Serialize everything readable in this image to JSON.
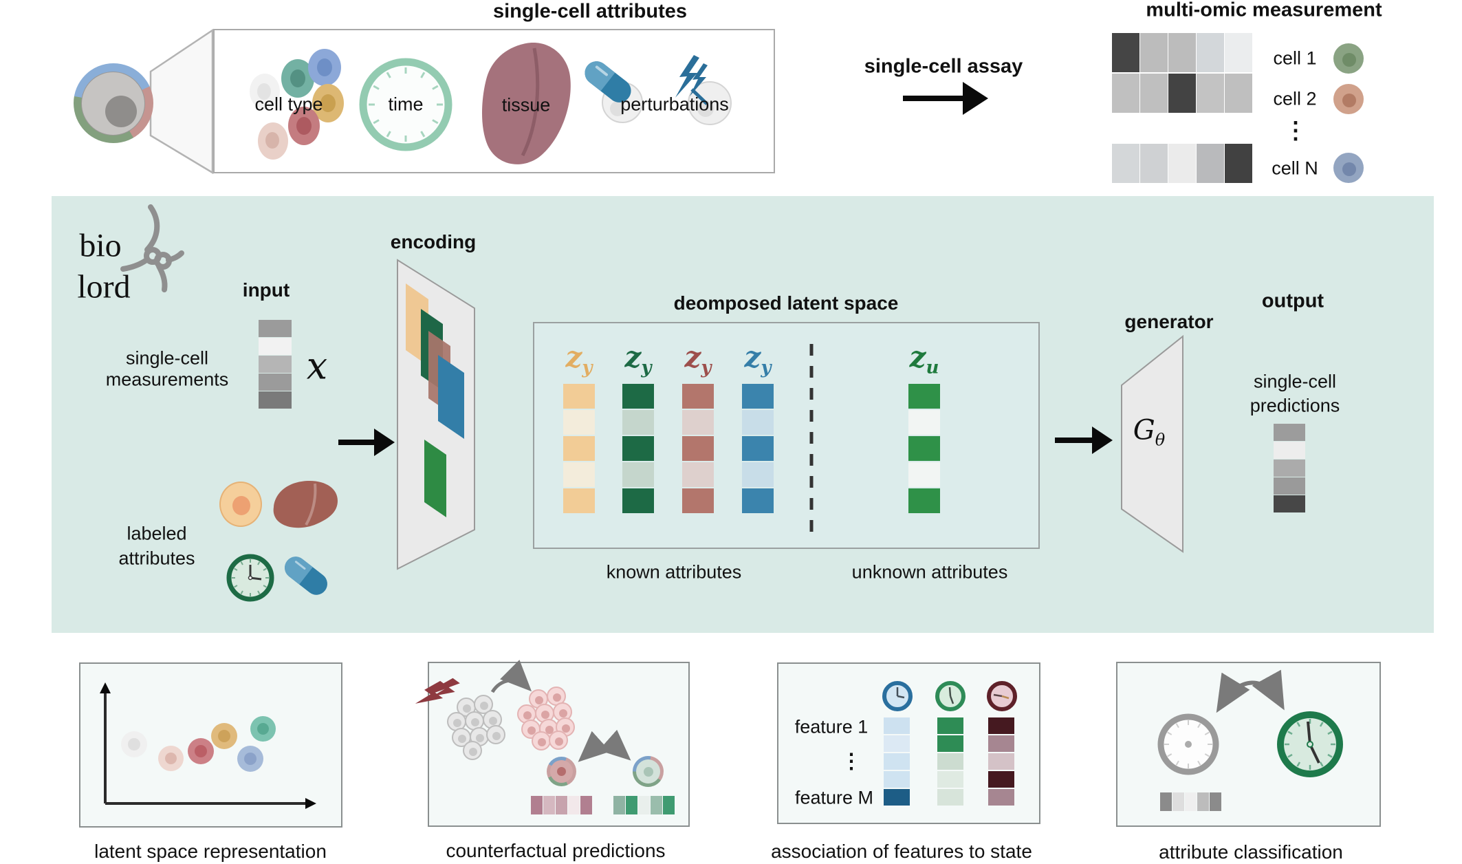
{
  "colors": {
    "band_bg": "#d9eae6",
    "latent_box_bg": "#dceceb",
    "plane_fill": "#eaeaea",
    "plane_stroke": "#9a9a9a",
    "knot": "#8f8f8f",
    "lightning_blue": "#2a6e99",
    "lightning_red": "#8e3a40",
    "pill_light": "#61a2c4",
    "pill_dark": "#2f7da6",
    "liver_top": "#a5727c",
    "liver_small": "#a26055",
    "arrow_gray": "#7a7a7a",
    "arrow_black": "#0a0a0a",
    "cell_ring_segments": [
      "#8aaed8",
      "#c59490",
      "#83a07e"
    ]
  },
  "top": {
    "title": "single-cell attributes",
    "labels": {
      "cell_type": "cell type",
      "time": "time",
      "tissue": "tissue",
      "perturbations": "perturbations"
    },
    "cluster_cells": [
      {
        "fill": "#f2f2f2",
        "nucleus": "#e3e3e3"
      },
      {
        "fill": "#73b1a3",
        "nucleus": "#549183"
      },
      {
        "fill": "#8ca8d8",
        "nucleus": "#6e8fc6"
      },
      {
        "fill": "#ddb873",
        "nucleus": "#c9a050"
      },
      {
        "fill": "#c47c80",
        "nucleus": "#ad5a60"
      },
      {
        "fill": "#e9d0c8",
        "nucleus": "#d7b4aa"
      }
    ],
    "assay": "single-cell assay",
    "measurement_title": "multi-omic measurement",
    "ellipsis": "⋮",
    "heatmap_rows": [
      {
        "label": "cell 1",
        "icon_fill": "#8aa383",
        "icon_nucleus": "#6f8c67",
        "cells": [
          "#454545",
          "#bcbcbc",
          "#bcbcbc",
          "#d3d7da",
          "#ebedee"
        ]
      },
      {
        "label": "cell 2",
        "icon_fill": "#d0a18b",
        "icon_nucleus": "#b27b64",
        "cells": [
          "#c0c0c0",
          "#bfbfbf",
          "#434343",
          "#c3c3c3",
          "#bfbfbf"
        ]
      },
      {
        "label": "cell N",
        "icon_fill": "#93a5c1",
        "icon_nucleus": "#7387ab",
        "cells": [
          "#d4d7d9",
          "#cfd1d3",
          "#ebebeb",
          "#b9babc",
          "#414141"
        ]
      }
    ]
  },
  "model": {
    "logo": {
      "line1": "bio",
      "line2": "lord"
    },
    "input_label": "input",
    "input_symbol": "x",
    "input_vector": [
      "#9b9b9b",
      "#f2f2f2",
      "#b5b5b5",
      "#9b9b9b",
      "#7a7a7a"
    ],
    "measurements_label": {
      "line1": "single-cell",
      "line2": "measurements"
    },
    "labeled_label": {
      "line1": "labeled",
      "line2": "attributes"
    },
    "encoding_label": "encoding",
    "latent_title": "deomposed latent space",
    "known_label": "known attributes",
    "unknown_label": "unknown attributes",
    "columns": [
      {
        "sym": "z",
        "sub": "y",
        "label_color": "#e2ad62",
        "cells": [
          "#f2cc96",
          "#f3ecdb",
          "#f2cc96",
          "#f3ecdb",
          "#f2cc96"
        ]
      },
      {
        "sym": "z",
        "sub": "y",
        "label_color": "#1d6a45",
        "cells": [
          "#1d6a45",
          "#c5d6cc",
          "#1d6a45",
          "#c5d6cc",
          "#1d6a45"
        ]
      },
      {
        "sym": "z",
        "sub": "y",
        "label_color": "#9d4f4c",
        "cells": [
          "#b3766c",
          "#ded0cd",
          "#b3766c",
          "#ded0cd",
          "#b3766c"
        ]
      },
      {
        "sym": "z",
        "sub": "y",
        "label_color": "#357ea8",
        "cells": [
          "#3b84ad",
          "#c8dde8",
          "#3b84ad",
          "#c8dde8",
          "#3b84ad"
        ]
      }
    ],
    "unknown_column": {
      "sym": "z",
      "sub": "u",
      "label_color": "#1f7a3d",
      "cells": [
        "#2f9148",
        "#f2f5f3",
        "#2f9148",
        "#f2f5f3",
        "#2f9148"
      ]
    },
    "generator_label": "generator",
    "generator_sym": "G",
    "generator_sub": "θ",
    "output_label": "output",
    "predictions_label": {
      "line1": "single-cell",
      "line2": "predictions"
    },
    "output_vector": [
      "#9c9c9c",
      "#ededed",
      "#ababab",
      "#9a9a9a",
      "#474747"
    ]
  },
  "bottom": {
    "p1": {
      "caption": "latent space representation",
      "dots": [
        {
          "fill": "#f0f0f0",
          "nucleus": "#dfdfdf"
        },
        {
          "fill": "#eed7d0",
          "nucleus": "#ddb7ae"
        },
        {
          "fill": "#cc8086",
          "nucleus": "#bb5f66"
        },
        {
          "fill": "#e0ba7c",
          "nucleus": "#cda25a"
        },
        {
          "fill": "#a6bbd9",
          "nucleus": "#8ba2c9"
        },
        {
          "fill": "#7cc3b0",
          "nucleus": "#58a992"
        }
      ]
    },
    "p2": {
      "caption": "counterfactual predictions",
      "gray_cluster": {
        "fill": "#e8e8e8",
        "stroke": "#bdbdbd",
        "nucleus": "#c9c9c9"
      },
      "pink_cluster": {
        "fill": "#f6d8d8",
        "stroke": "#e3b3b3",
        "nucleus": "#dba4a4"
      },
      "ring_left": {
        "inner": "#d4a9a9",
        "nucleus": "#b56d6d"
      },
      "ring_right": {
        "inner": "#d3e2da",
        "nucleus": "#a9c4b6"
      },
      "left_strip": [
        "#b17f90",
        "#d5b8c0",
        "#c7a3ad",
        "#f2e8ea",
        "#b17f90"
      ],
      "right_strip": [
        "#8fb3a3",
        "#3f9b71",
        "#e9efec",
        "#9abdac",
        "#3f9b71"
      ]
    },
    "p3": {
      "caption": "association of features to state",
      "feature_top": "feature 1",
      "feature_bottom": "feature M",
      "ellipsis": "⋮",
      "columns": [
        {
          "ring": "#2a6f9e",
          "face": "#d3e6f3",
          "cells": [
            "#cde1f0",
            "#dce9f4",
            "#cfe3f1",
            "#cfe3f1",
            "#1d5d86"
          ]
        },
        {
          "ring": "#2e8b57",
          "face": "#d8ecdd",
          "cells": [
            "#2e8c55",
            "#2e8c55",
            "#ccdcd0",
            "#dfeae2",
            "#d7e4da"
          ]
        },
        {
          "ring": "#5e2129",
          "face": "#e8ccd3",
          "cells": [
            "#451920",
            "#a68691",
            "#d4c2c7",
            "#451920",
            "#a68691"
          ]
        }
      ]
    },
    "p4": {
      "caption": "attribute classification",
      "strip": [
        "#8b8b8b",
        "#dedede",
        "#efefef",
        "#bcbcbc",
        "#8b8b8b"
      ]
    }
  }
}
